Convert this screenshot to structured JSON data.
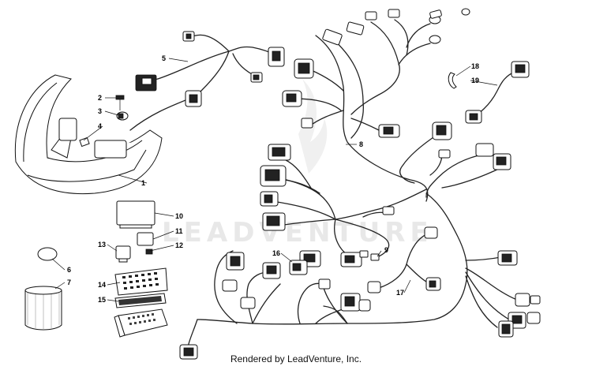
{
  "diagram": {
    "watermark": "LEADVENTURE",
    "footer": "Rendered by LeadVenture, Inc.",
    "callouts": [
      "1",
      "2",
      "3",
      "4",
      "5",
      "6",
      "7",
      "8",
      "9",
      "10",
      "11",
      "12",
      "13",
      "14",
      "15",
      "16",
      "17",
      "18",
      "19"
    ]
  }
}
